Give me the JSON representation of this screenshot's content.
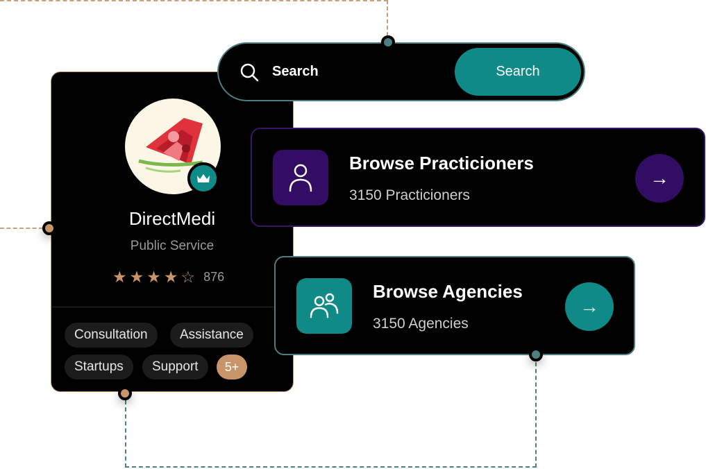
{
  "profile": {
    "name": "DirectMedi",
    "category": "Public Service",
    "rating": 4,
    "rating_max": 5,
    "review_count": "876",
    "tags": [
      "Consultation",
      "Assistance",
      "Startups",
      "Support"
    ],
    "more_tags": "5+"
  },
  "search": {
    "label": "Search",
    "button_label": "Search"
  },
  "browse": {
    "practitioners": {
      "title": "Browse Practicioners",
      "count_label": "3150 Practicioners"
    },
    "agencies": {
      "title": "Browse Agencies",
      "count_label": "3150 Agencies"
    }
  },
  "colors": {
    "accent_teal": "#0f8a86",
    "accent_orange": "#c8956a",
    "accent_purple": "#330c63",
    "card_bg": "#000000"
  },
  "icons": {
    "search": "search-icon",
    "badge": "crown-icon",
    "practitioner": "user-icon",
    "agencies": "users-icon",
    "arrow": "arrow-right-icon"
  }
}
